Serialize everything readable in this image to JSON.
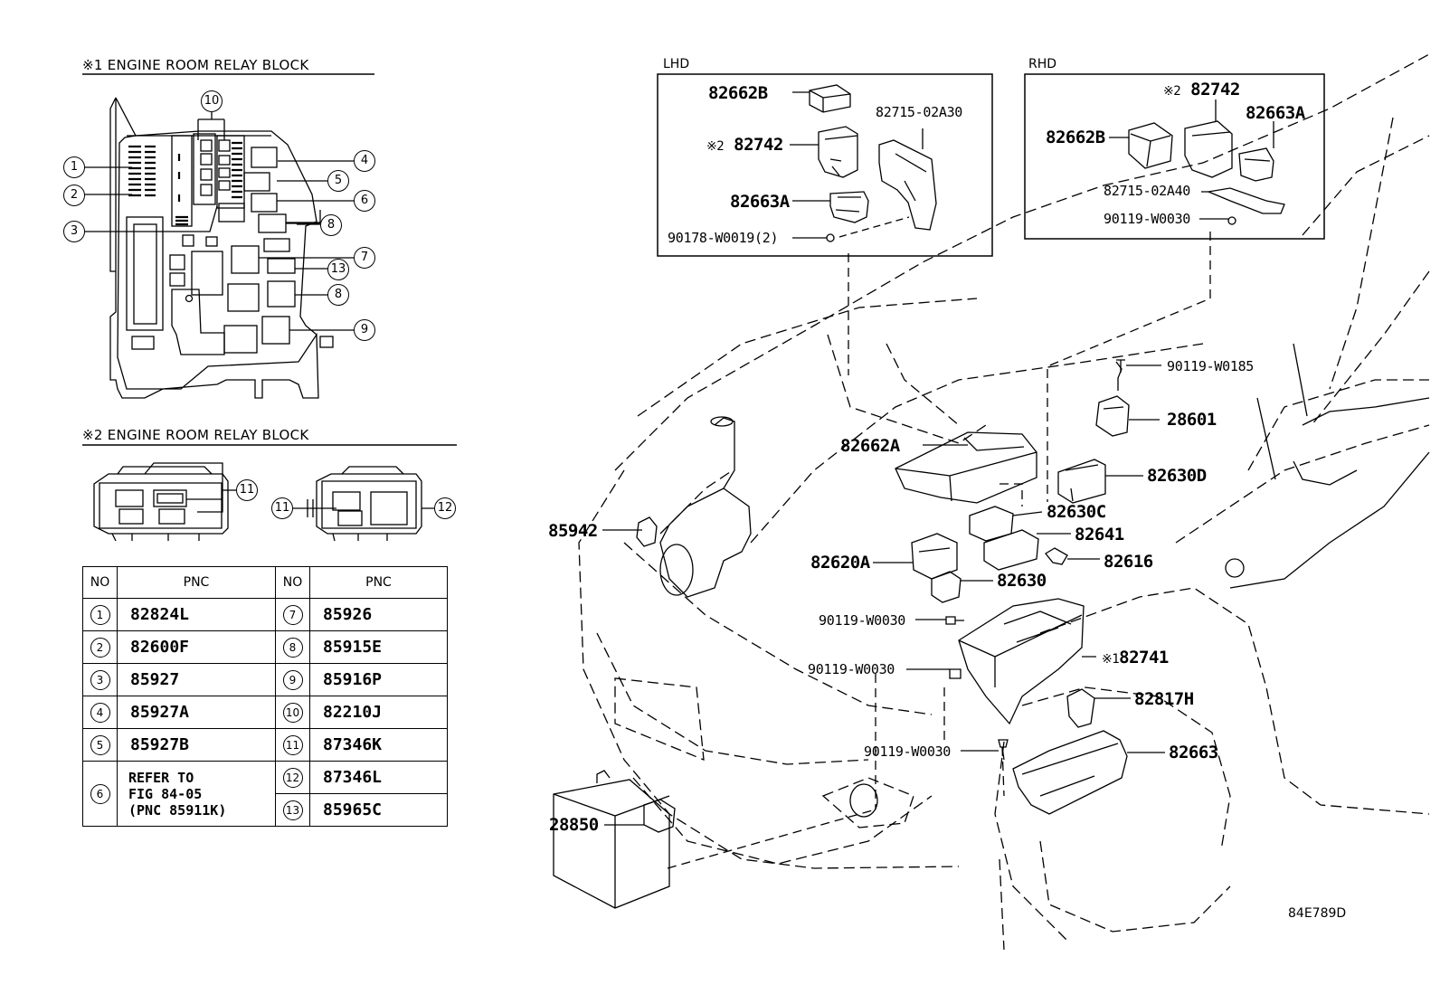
{
  "sections": {
    "relay_block_1_title": "※1 ENGINE ROOM RELAY BLOCK",
    "relay_block_2_title": "※2 ENGINE ROOM RELAY BLOCK",
    "lhd_label": "LHD",
    "rhd_label": "RHD"
  },
  "callouts_block1": [
    "1",
    "2",
    "3",
    "4",
    "5",
    "6",
    "7",
    "13",
    "8",
    "8",
    "9",
    "10"
  ],
  "callouts_block2": [
    "11",
    "11",
    "12"
  ],
  "table": {
    "header": {
      "no": "NO",
      "pnc": "PNC"
    },
    "left": [
      {
        "no": "1",
        "pnc": "82824L"
      },
      {
        "no": "2",
        "pnc": "82600F"
      },
      {
        "no": "3",
        "pnc": "85927"
      },
      {
        "no": "4",
        "pnc": "85927A"
      },
      {
        "no": "5",
        "pnc": "85927B"
      },
      {
        "no": "6",
        "pnc_lines": [
          "REFER TO",
          "FIG 84-05",
          "(PNC 85911K)"
        ]
      }
    ],
    "right": [
      {
        "no": "7",
        "pnc": "85926"
      },
      {
        "no": "8",
        "pnc": "85915E"
      },
      {
        "no": "9",
        "pnc": "85916P"
      },
      {
        "no": "10",
        "pnc": "82210J"
      },
      {
        "no": "11",
        "pnc": "87346K"
      },
      {
        "no": "12",
        "pnc": "87346L"
      },
      {
        "no": "13",
        "pnc": "85965C"
      }
    ]
  },
  "lhd_parts": {
    "p1": "82662B",
    "p2": "82715-02A30",
    "p3_mark": "※2",
    "p3": "82742",
    "p4": "82663A",
    "p5": "90178-W0019(2)"
  },
  "rhd_parts": {
    "p1_mark": "※2",
    "p1": "82742",
    "p2": "82663A",
    "p3": "82662B",
    "p4": "82715-02A40",
    "p5": "90119-W0030"
  },
  "main_parts": {
    "bolt_top": "90119-W0185",
    "p28601": "28601",
    "p82662A": "82662A",
    "p82630D": "82630D",
    "p85942": "85942",
    "p82630C": "82630C",
    "p82641": "82641",
    "p82620A": "82620A",
    "p82616": "82616",
    "p82630": "82630",
    "bolt_a": "90119-W0030",
    "p82741_mark": "※1",
    "p82741": "82741",
    "bolt_b": "90119-W0030",
    "p82817H": "82817H",
    "bolt_c": "90119-W0030",
    "p82663": "82663",
    "p28850": "28850"
  },
  "figure_ref": "84E789D"
}
